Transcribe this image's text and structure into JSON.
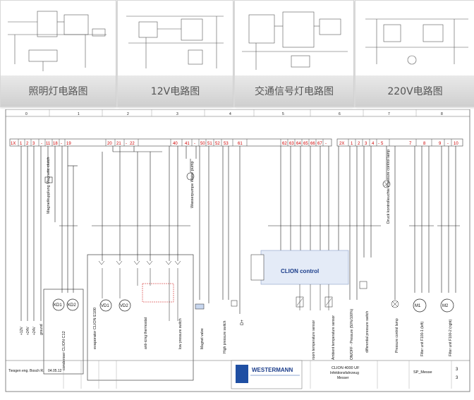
{
  "thumbnails": [
    {
      "caption": "照明灯电路图"
    },
    {
      "caption": "12V电路图"
    },
    {
      "caption": "交通信号灯电路图"
    },
    {
      "caption": "220V电路图"
    }
  ],
  "diagram": {
    "column_numbers": [
      "0",
      "1",
      "2",
      "3",
      "4",
      "5",
      "6",
      "7",
      "8"
    ],
    "terminal_left": [
      "1X",
      "1",
      "2",
      "3",
      "-",
      "11",
      "18",
      "-",
      "19",
      "20",
      "21",
      "-",
      "22",
      "40",
      "41",
      "-",
      "50",
      "51",
      "52",
      "53",
      "61",
      "62",
      "63",
      "64",
      "65",
      "66",
      "67",
      "-"
    ],
    "terminal_right": [
      "2X",
      "1",
      "2",
      "3",
      "4",
      "-",
      "5",
      "7",
      "8",
      "9",
      "-",
      "10"
    ],
    "power_labels": [
      "+12V",
      "+24V",
      "+24V",
      "ground"
    ],
    "magnetic_clutch": "Magnetkupplung Magnetic clutch",
    "water_pump": "Wasserpumpe Water pump",
    "pressure_lamp": "Druck kontrolleuchte Pressure control lamp",
    "controller_label": "condenser CLION C12",
    "kd1": "KD1",
    "kd2": "KD2",
    "vd1": "VD1",
    "vd2": "VD2",
    "evaporator_label": "evaporator CLION E100",
    "antiicing": "anti-icing thermostat",
    "lowpressure": "low pressure switch",
    "magnet_valve": "Magnet valve",
    "highpressure": "High pressure switch",
    "d_plus": "D+",
    "clion_control": "CLION control",
    "room_sensor": "room temperature sensor",
    "ambient_sensor": "Ambient temperature sensor",
    "onoff": "ON/OFF - Pressure (50%/100%)",
    "diff_switch": "differential pressure switch",
    "pressure_lamp2": "Pressure control lamp",
    "m1": "M1",
    "m2": "M2",
    "filter1": "Filter unit F100-1 (left)",
    "filter2": "Filter unit F100-2 (right)",
    "title_block": {
      "company": "WESTERMANN",
      "product": "CLION 4000 UF",
      "product_sub": "Infektionsfahrzeug",
      "product_sub2": "Messer",
      "sheet_name": "SP_Messe",
      "sheet_no": "3",
      "total": "3",
      "drawn_by": "Tiesgen eng. Bosch R.",
      "date": "04.05.12"
    }
  }
}
